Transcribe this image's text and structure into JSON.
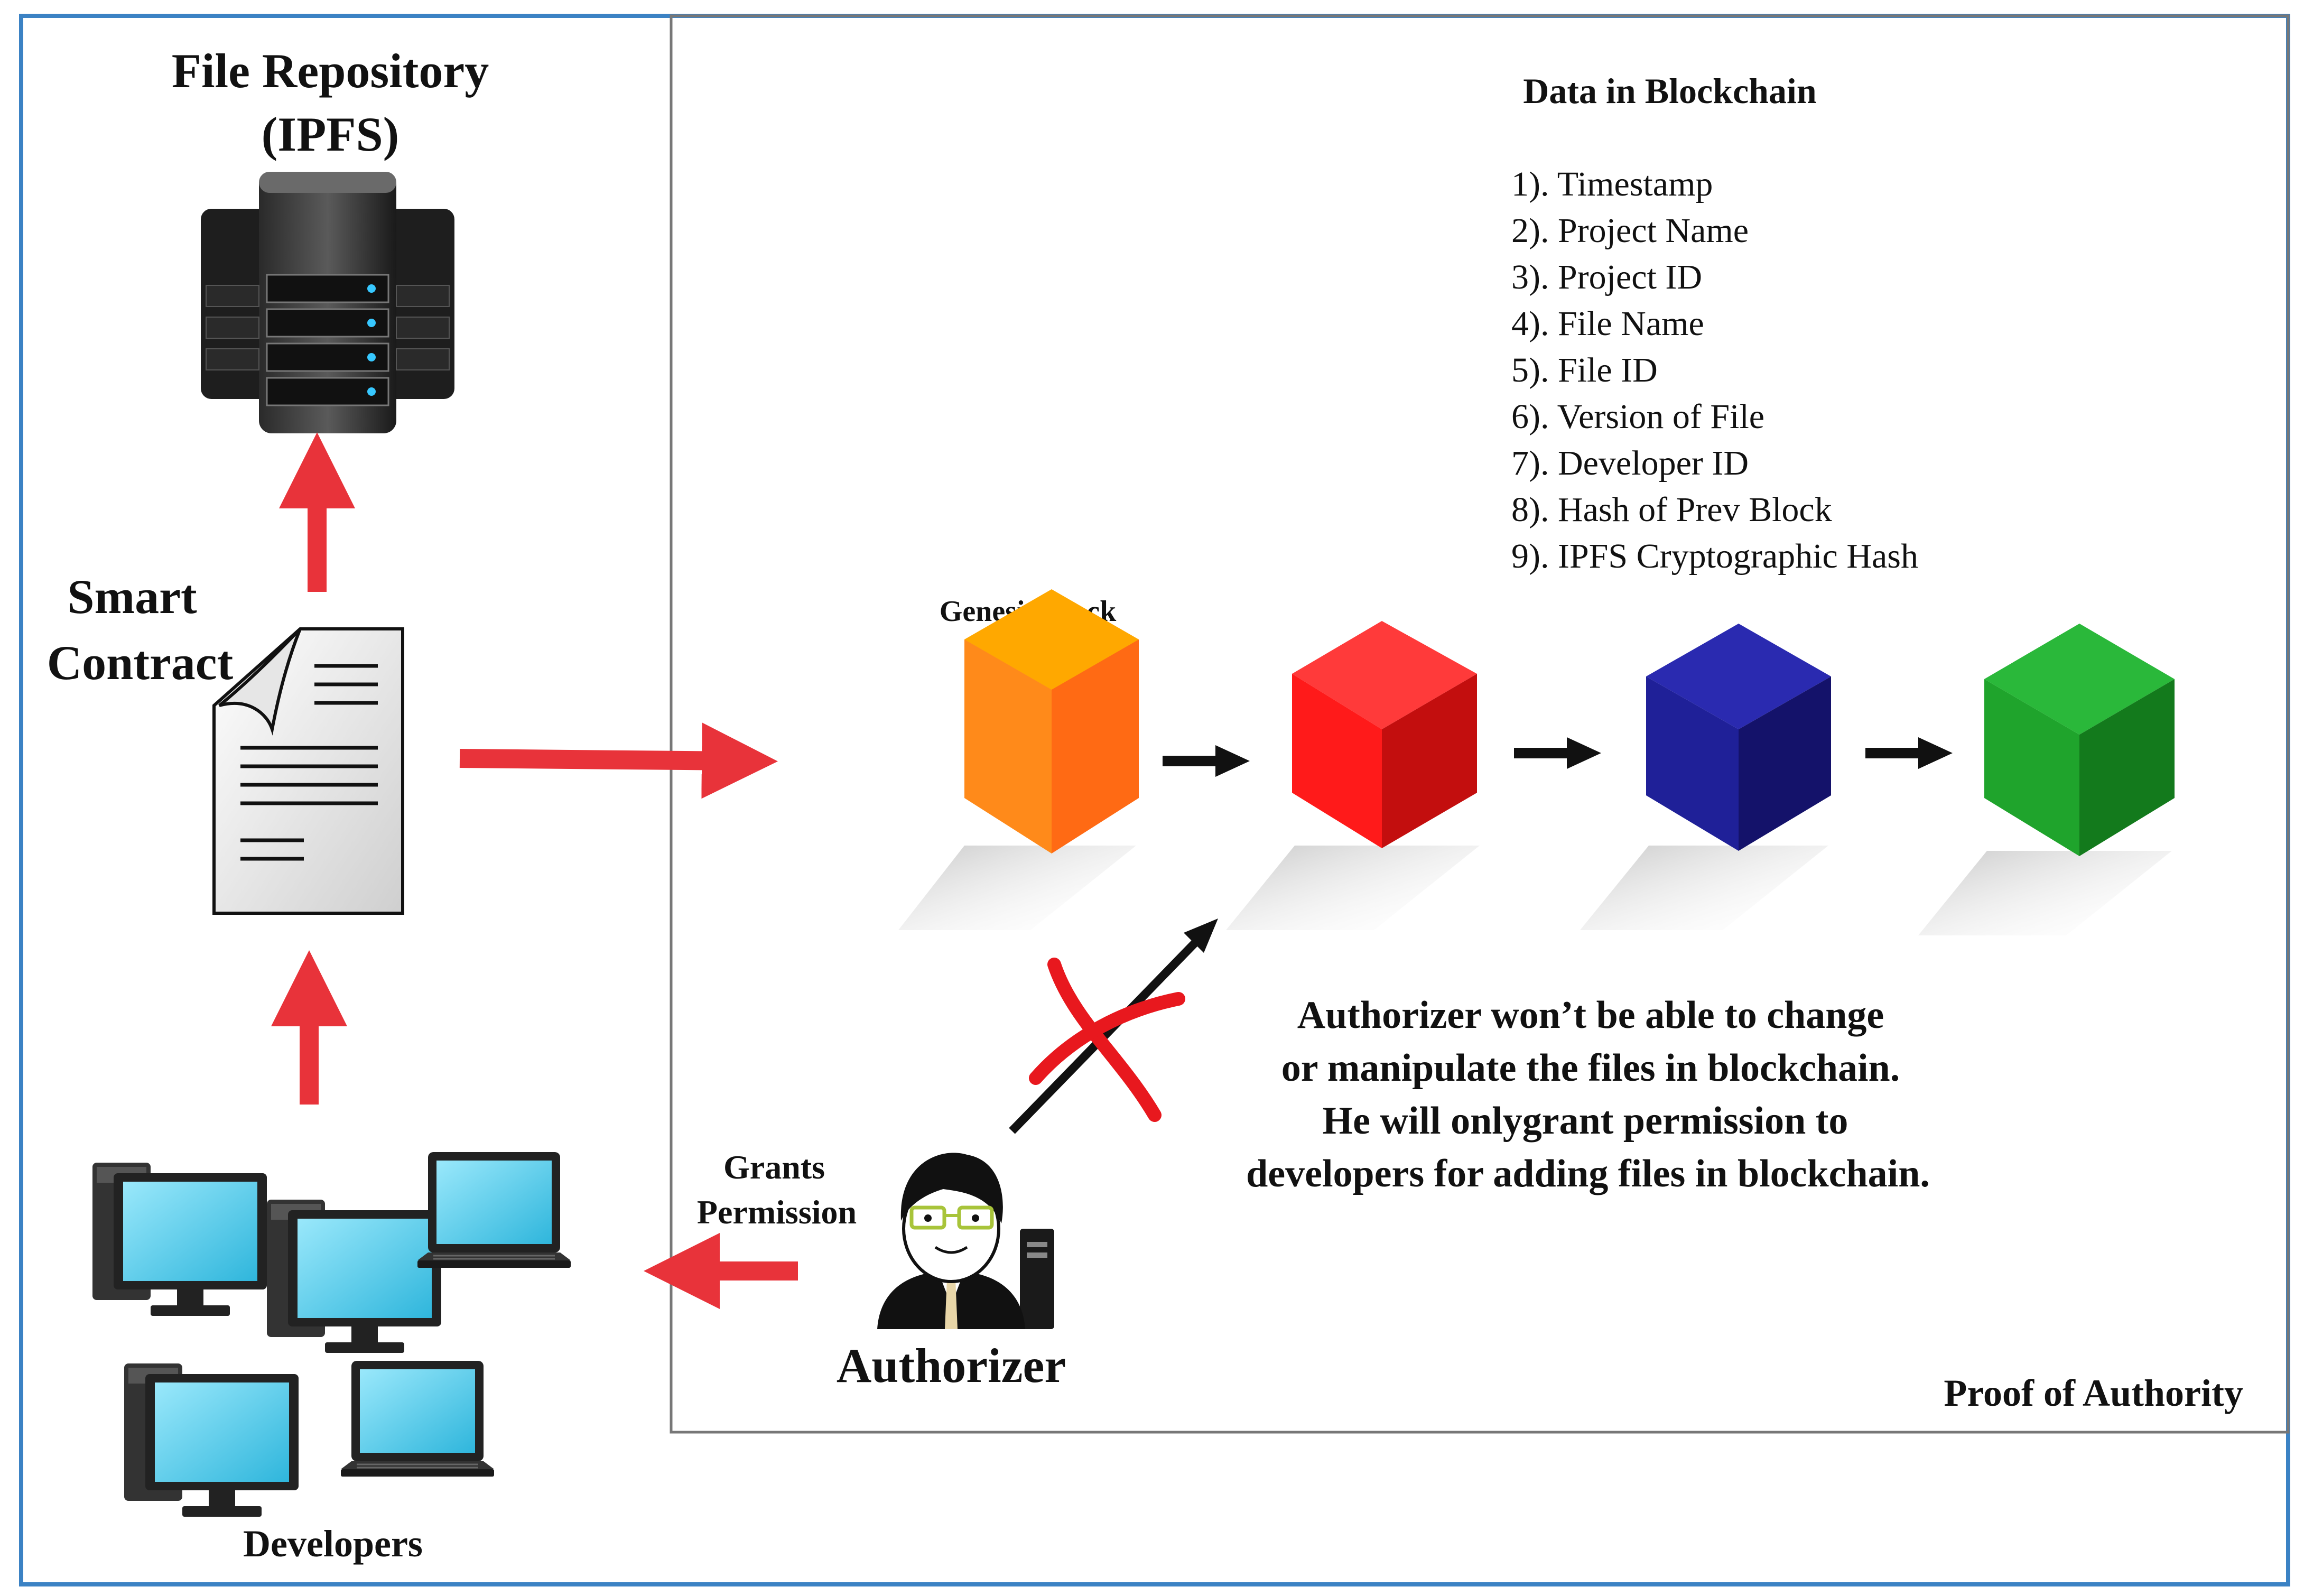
{
  "labels": {
    "file_repo_line1": "File Repository",
    "file_repo_line2": "(IPFS)",
    "smart_contract_line1": "Smart",
    "smart_contract_line2": "Contract",
    "developers": "Developers",
    "grants_line1": "Grants",
    "grants_line2": "Permission",
    "authorizer": "Authorizer",
    "genesis_block": "Genesis Block",
    "data_title": "Data in Blockchain",
    "proof_of_authority": "Proof of Authority"
  },
  "data_items": [
    "1). Timestamp",
    "2). Project Name",
    "3). Project ID",
    "4). File Name",
    "5). File ID",
    "6). Version of File",
    "7). Developer ID",
    "8). Hash of Prev Block",
    "9). IPFS Cryptographic Hash"
  ],
  "note_lines": [
    "Authorizer won’t be able to change",
    "or manipulate the files in blockchain.",
    "He will onlygrant permission to",
    "developers for adding files in blockchain."
  ],
  "colors": {
    "outer_border": "#3b82c4",
    "arrow_red": "#e8333a",
    "block_orange": "#ff9900",
    "block_red": "#ff2222",
    "block_blue": "#1a1a8c",
    "block_green": "#1aa02a",
    "screen": "#5fd0ec"
  },
  "icons": {
    "server": "server-rack-icon",
    "document": "document-icon",
    "person": "authorizer-person-icon",
    "computer": "desktop-computer-icon",
    "laptop": "laptop-icon"
  }
}
